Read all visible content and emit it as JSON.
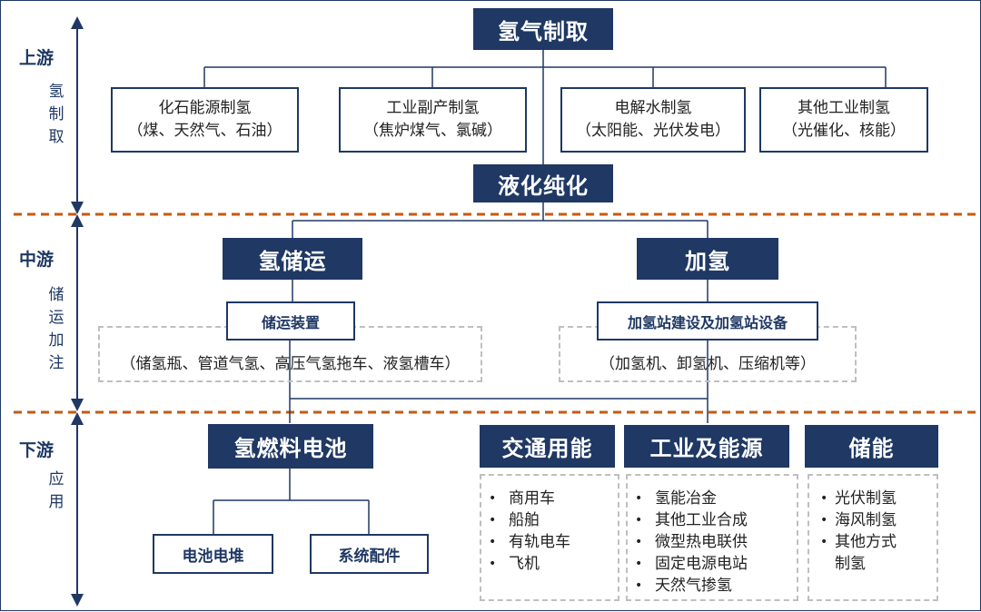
{
  "stages": {
    "upstream": {
      "label": "上游",
      "sub": "氢制取"
    },
    "midstream": {
      "label": "中游",
      "sub": "储运加注"
    },
    "downstream": {
      "label": "下游",
      "sub": "应用"
    }
  },
  "upstream": {
    "title": "氢气制取",
    "sources": [
      {
        "line1": "化石能源制氢",
        "line2": "（煤、天然气、石油）"
      },
      {
        "line1": "工业副产制氢",
        "line2": "（焦炉煤气、氯碱）"
      },
      {
        "line1": "电解水制氢",
        "line2": "（太阳能、光伏发电）"
      },
      {
        "line1": "其他工业制氢",
        "line2": "（光催化、核能）"
      }
    ],
    "purify": "液化纯化"
  },
  "midstream": {
    "storage": {
      "title": "氢储运",
      "device": "储运装置",
      "examples": "（储氢瓶、管道气氢、高压气氢拖车、液氢槽车）"
    },
    "refuel": {
      "title": "加氢",
      "device": "加氢站建设及加氢站设备",
      "examples": "（加氢机、卸氢机、压缩机等）"
    }
  },
  "downstream": {
    "fuel_cell": {
      "title": "氢燃料电池",
      "parts": [
        "电池电堆",
        "系统配件"
      ]
    },
    "transport": {
      "title": "交通用能",
      "items": [
        "商用车",
        "船舶",
        "有轨电车",
        "飞机"
      ]
    },
    "industry": {
      "title": "工业及能源",
      "items": [
        "氢能冶金",
        "其他工业合成",
        "微型热电联供",
        "固定电源电站",
        "天然气掺氢"
      ]
    },
    "storage_energy": {
      "title": "储能",
      "items": [
        "光伏制氢",
        "海风制氢",
        "其他方式制氢"
      ]
    }
  },
  "colors": {
    "navy": "#1f3864",
    "divider": "#c55a11",
    "dashed": "#bfbfbf"
  }
}
